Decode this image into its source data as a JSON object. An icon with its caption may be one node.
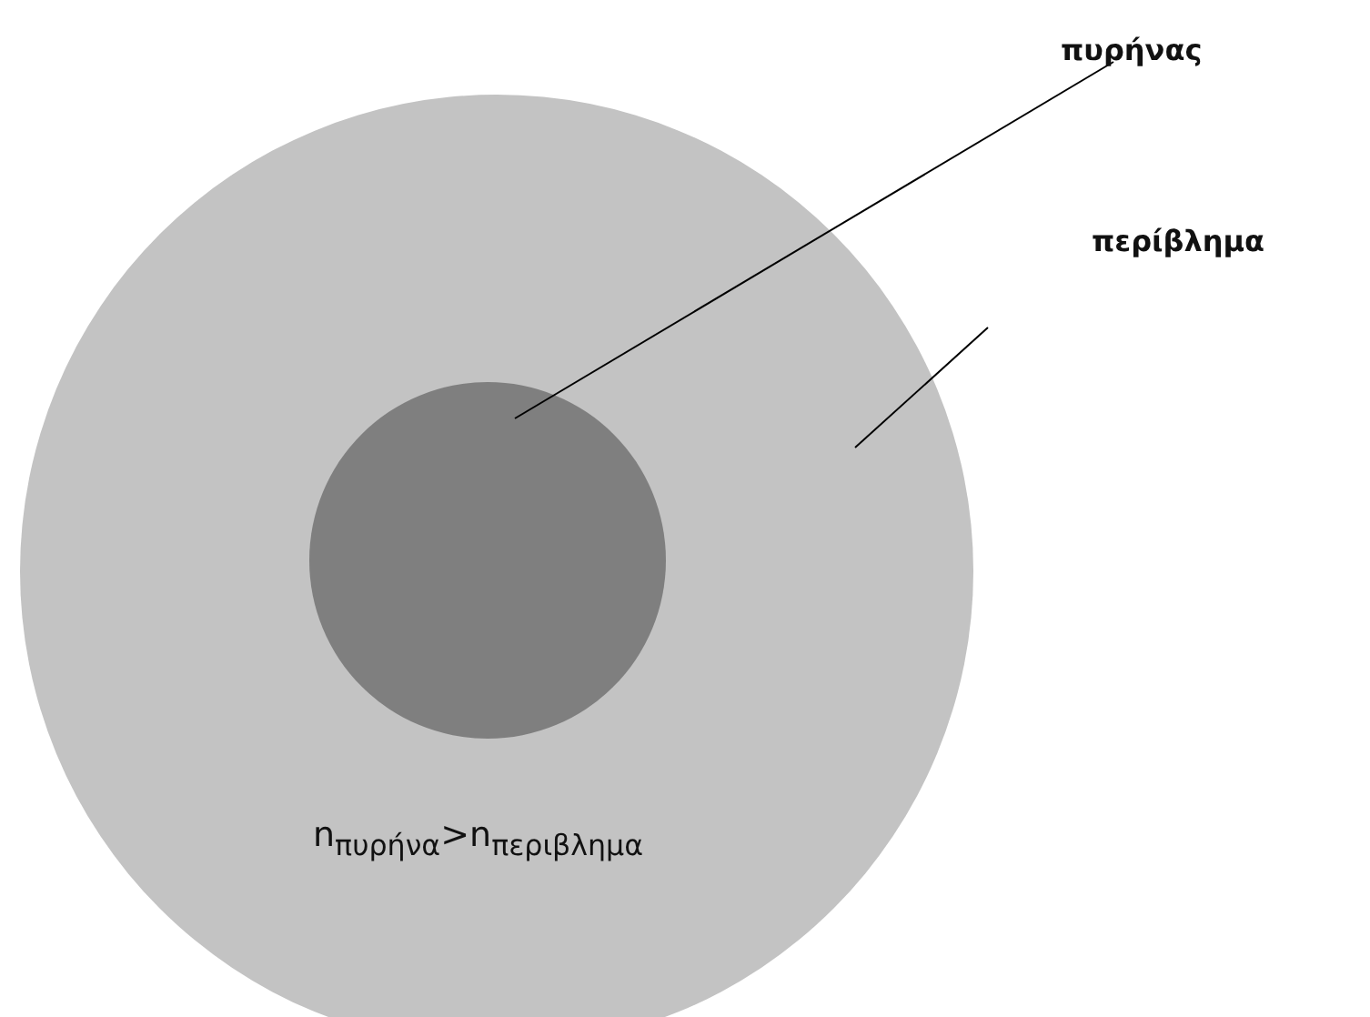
{
  "diagram": {
    "nodes": [
      {
        "text": [],
        "shape": "circle"
      },
      {
        "text": [],
        "shape": "circle",
        "in": 0
      },
      {
        "text": [
          "πυρήνας"
        ]
      },
      {
        "text": [
          "περίβλημα"
        ]
      }
    ],
    "edges": [
      {
        "from": 2,
        "to": 1,
        "arrow": "none"
      },
      {
        "from": 3,
        "to": 0,
        "arrow": "none"
      }
    ],
    "labels": [
      "n$_{πυρήνα}$>n$_{περιβλημα}$"
    ]
  }
}
